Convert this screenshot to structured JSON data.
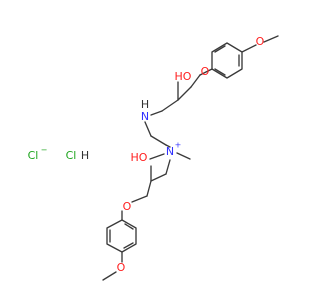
{
  "molecule": {
    "labels": {
      "o_methoxy_top": "O",
      "o_ether_top": "O",
      "ho_top": "HO",
      "n_amine": "N",
      "h_amine": "H",
      "n_quat": "N",
      "n_quat_charge": "+",
      "ho_bottom": "HO",
      "o_ether_bottom": "O",
      "o_methoxy_bottom": "O"
    },
    "counterions": {
      "chloride": "Cl",
      "chloride_charge": "−",
      "hcl_cl": "Cl",
      "hcl_h": "H"
    }
  },
  "colors": {
    "bond": "#3a3a3a",
    "oxygen": "#ff2020",
    "nitrogen": "#3030ff",
    "chlorine": "#1ea51e",
    "carbon_label": "#333333"
  }
}
